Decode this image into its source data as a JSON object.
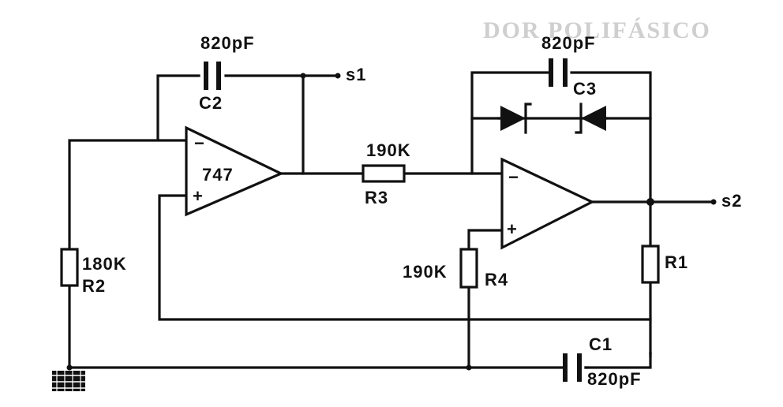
{
  "background_text": "DOR POLIFÁSICO",
  "components": {
    "opamp1": {
      "name": "747",
      "minus": "−",
      "plus": "+"
    },
    "opamp2": {
      "minus": "−",
      "plus": "+"
    },
    "C1": {
      "ref": "C1",
      "value": "820pF"
    },
    "C2": {
      "ref": "C2",
      "value": "820pF"
    },
    "C3": {
      "ref": "C3",
      "value": "820pF"
    },
    "R1": {
      "ref": "R1"
    },
    "R2": {
      "ref": "R2",
      "value": "180K"
    },
    "R3": {
      "ref": "R3",
      "value": "190K"
    },
    "R4": {
      "ref": "R4",
      "value": "190K"
    }
  },
  "outputs": {
    "s1": "s1",
    "s2": "s2"
  }
}
